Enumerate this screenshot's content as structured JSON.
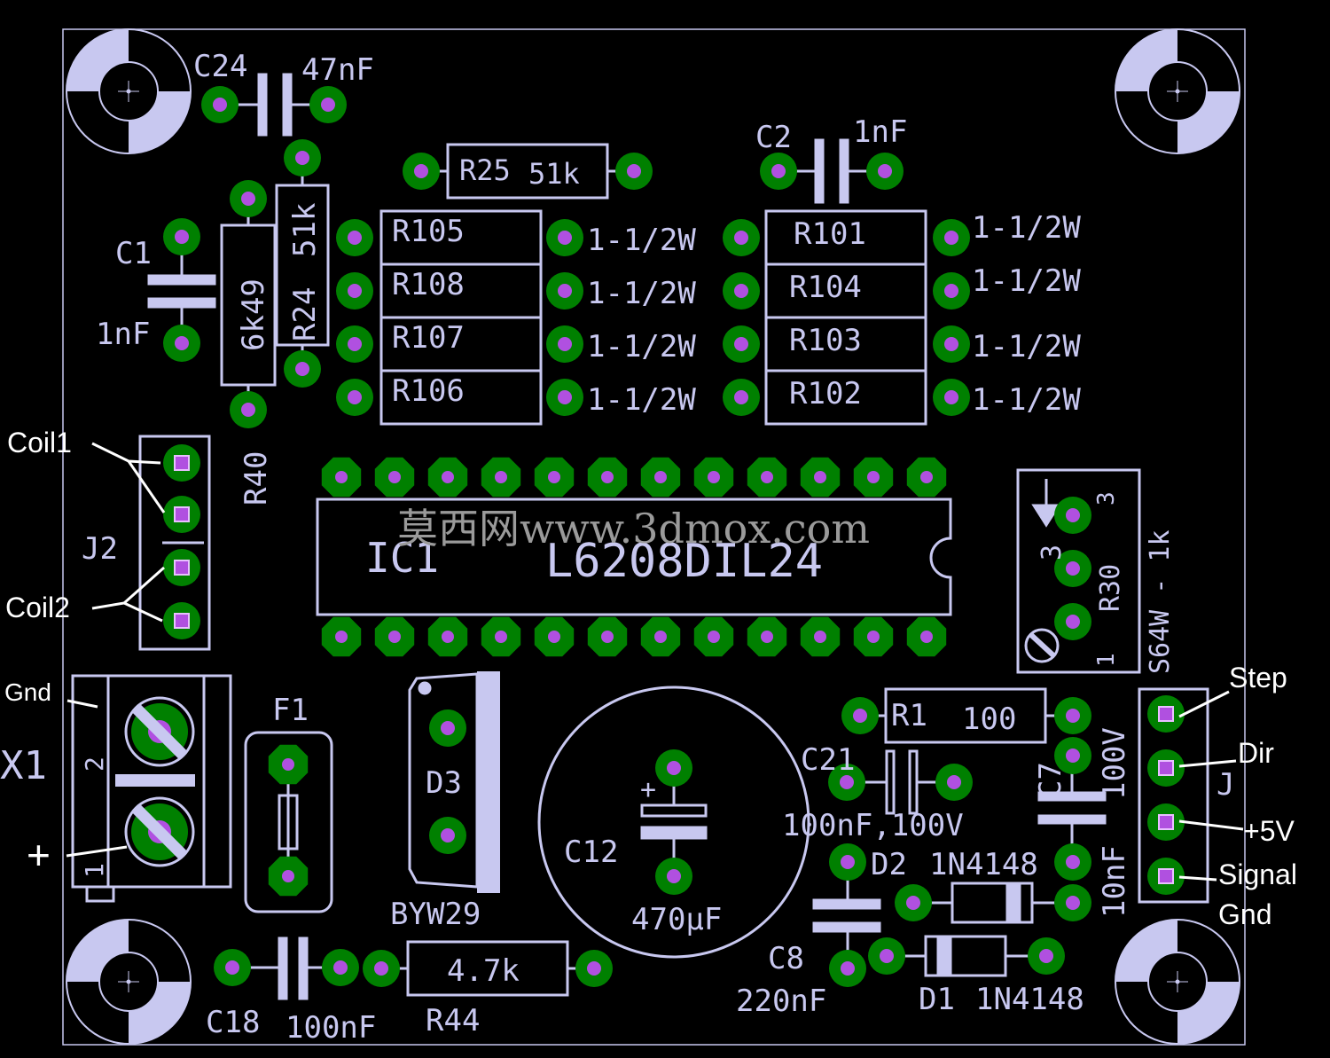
{
  "silkscreen_color": "#c8c8f0",
  "pad_color": "#008000",
  "drill_color": "#b050e0",
  "labels": {
    "c24": "C24",
    "c24_val": "47nF",
    "r25": "R25",
    "r25_val": "51k",
    "c2": "C2",
    "c2_val": "1nF",
    "c1": "C1",
    "c1_val": "1nF",
    "r40": "R40",
    "r40_val": "6k49",
    "r24": "R24",
    "r24_val": "51k",
    "r105": "R105",
    "r108": "R108",
    "r107": "R107",
    "r106": "R106",
    "r101": "R101",
    "r104": "R104",
    "r103": "R103",
    "r102": "R102",
    "power_rating": "1-1/2W",
    "j2": "J2",
    "ic1": "IC1",
    "ic1_val": "L6208DIL24",
    "r30": "R30",
    "r30_val": "S64W - 1k",
    "r30_pin3": "3",
    "r30_pin1": "1",
    "r30_mark": "3",
    "x1": "X1",
    "x1_pin2": "2",
    "x1_pin1": "1",
    "f1": "F1",
    "d3": "D3",
    "d3_val": "BYW29",
    "c12": "C12",
    "c12_val": "470µF",
    "c12_plus": "+",
    "r1": "R1",
    "r1_val": "100",
    "c21": "C21",
    "c21_val": "100nF,100V",
    "c7": "C7",
    "c7_val": "100V",
    "c7_val2": "10nF",
    "d2": "D2",
    "d2_val": "1N4148",
    "d1": "D1",
    "d1_val": "1N4148",
    "c8": "C8",
    "c8_val": "220nF",
    "c18": "C18",
    "c18_val": "100nF",
    "r44": "R44",
    "r44_val": "4.7k",
    "j": "J"
  },
  "annotations": {
    "coil1": "Coil1",
    "coil2": "Coil2",
    "gnd_left": "Gnd",
    "plus": "+",
    "step": "Step",
    "dir": "Dir",
    "plus5v": "+5V",
    "signal": "Signal",
    "gnd_right": "Gnd"
  },
  "watermark": "莫西网www.3dmox.com"
}
